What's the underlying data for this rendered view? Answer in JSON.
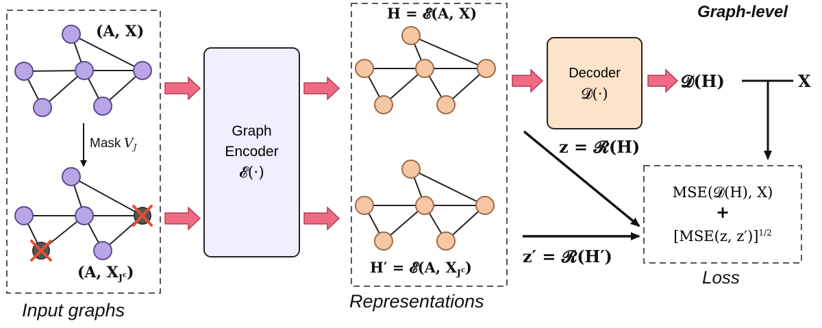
{
  "corner_title": "Graph-level",
  "input_panel": {
    "top_label": "(A, X)",
    "mask_label": "Mask",
    "mask_subscript": "V",
    "mask_subsub": "J",
    "bottom_label": "(A, X",
    "bottom_sub": "J",
    "bottom_supsub": "c",
    "bottom_close": ")",
    "caption": "Input graphs"
  },
  "encoder": {
    "line1": "Graph",
    "line2": "Encoder",
    "line3": "𝓔(·)"
  },
  "representations_panel": {
    "top_label": "H = 𝓔(A, X)",
    "bottom_label": "H′ = 𝓔(A, X",
    "bottom_sub": "J",
    "bottom_supsub": "c",
    "bottom_close": ")",
    "caption": "Representations"
  },
  "decoder": {
    "line1": "Decoder",
    "line2": "𝓓(·)"
  },
  "decoder_output": "𝓓(H)",
  "target": "X",
  "z_label": "z = 𝓡(H)",
  "z_prime_label": "z′ = 𝓡(H′)",
  "loss_box": {
    "line1": "MSE(𝓓(H), X)",
    "plus": "+",
    "line3": "[MSE(z, z′)]",
    "exponent": "1/2",
    "caption": "Loss"
  },
  "colors": {
    "input_node": "#b9a6e6",
    "input_node_stroke": "#5a4a8a",
    "rep_node": "#f7c7a4",
    "rep_node_stroke": "#9a6a4a",
    "arrow_fill": "#ef6a84",
    "encoder_fill": "#f3eefe",
    "decoder_fill": "#fde3c9",
    "mask_cross": "#e5502f"
  }
}
